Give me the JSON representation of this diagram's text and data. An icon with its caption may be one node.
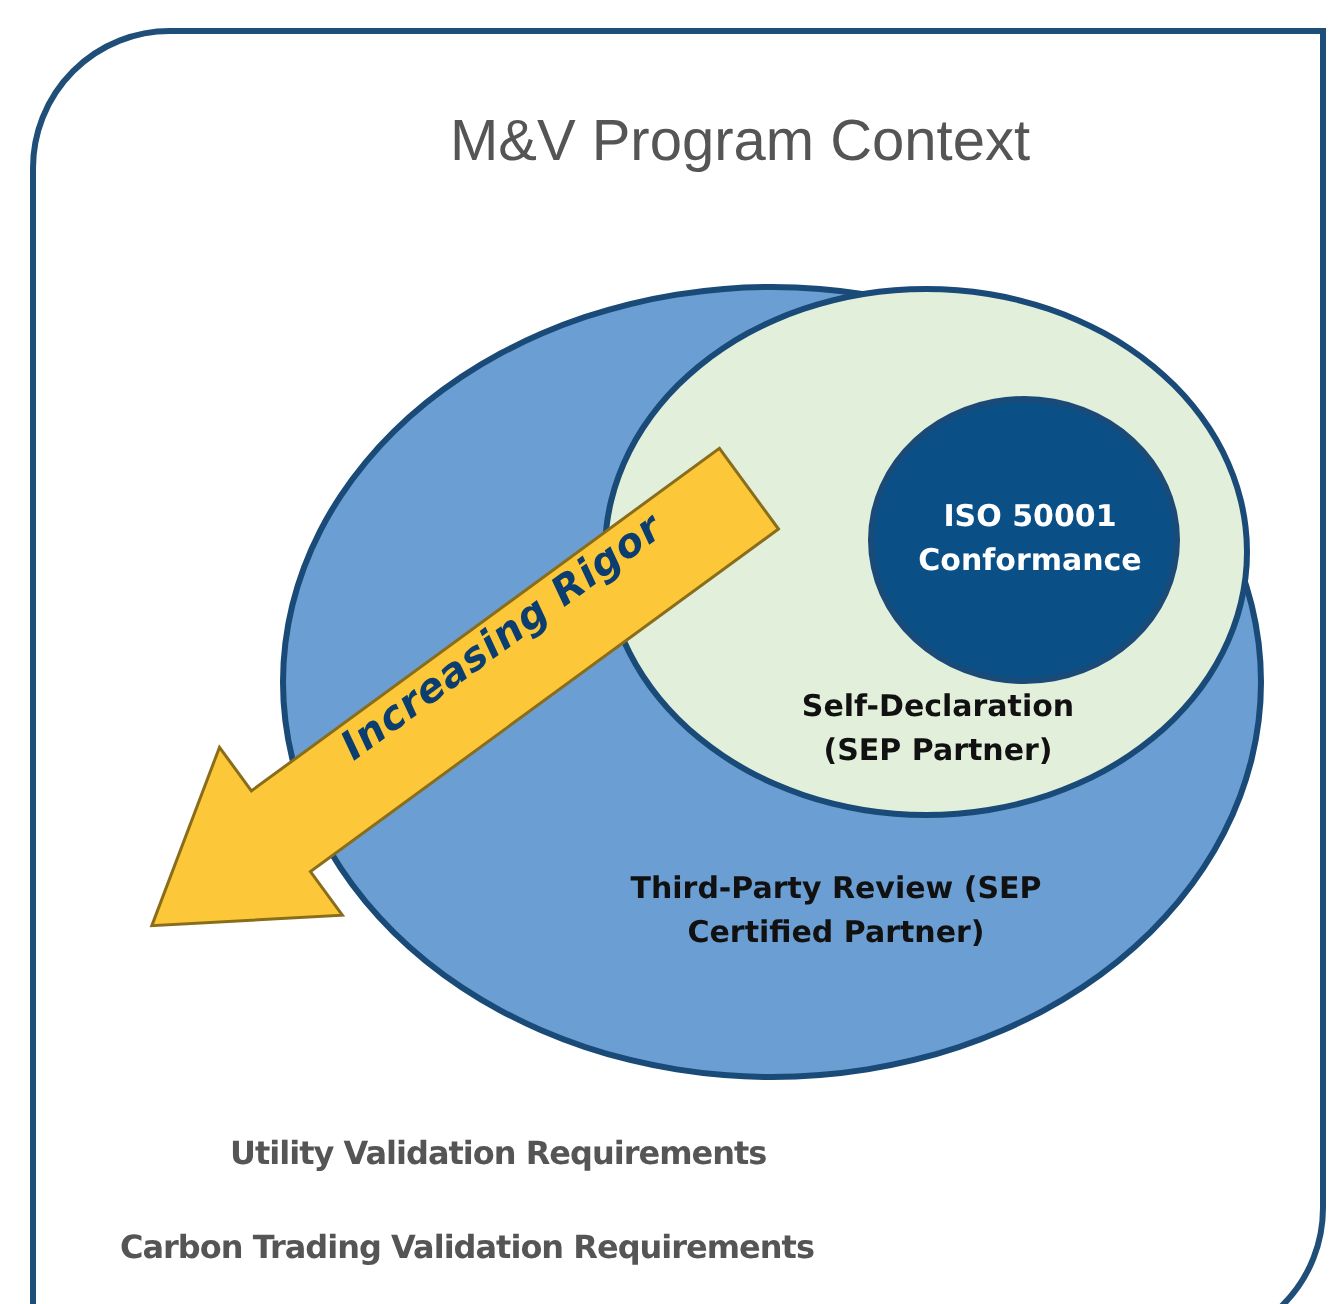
{
  "diagram": {
    "title": "M&V Program Context",
    "nodes": [
      {
        "text": [
          "Third-Party Review (SEP Certified Partner)"
        ]
      },
      {
        "text": [
          "Self-Declaration (SEP Partner)"
        ],
        "in": 0
      },
      {
        "text": [
          "ISO 50001 Conformance"
        ],
        "in": 1
      }
    ],
    "labels": [
      "Increasing Rigor",
      "Utility Validation Requirements",
      "Carbon Trading Validation Requirements"
    ]
  }
}
